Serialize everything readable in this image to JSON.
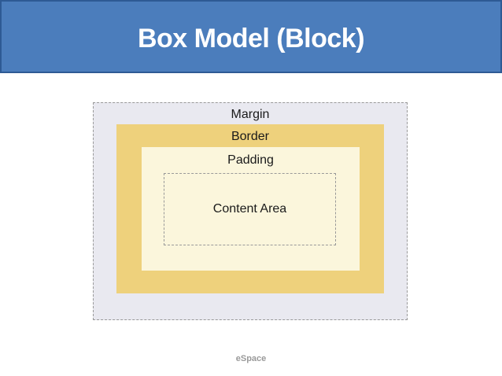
{
  "header": {
    "title": "Box Model (Block)"
  },
  "diagram": {
    "margin_label": "Margin",
    "border_label": "Border",
    "padding_label": "Padding",
    "content_label": "Content Area"
  },
  "footer": {
    "brand": "eSpace"
  },
  "colors": {
    "header_bg": "#4b7dbc",
    "header_border": "#2e5a94",
    "title_text": "#ffffff",
    "margin_bg": "#e9e9f0",
    "border_bg": "#eed17c",
    "padding_bg": "#fbf6dc",
    "dashed_border": "#999999",
    "label_text": "#1a1a1a",
    "footer_text": "#9a9a9a"
  }
}
